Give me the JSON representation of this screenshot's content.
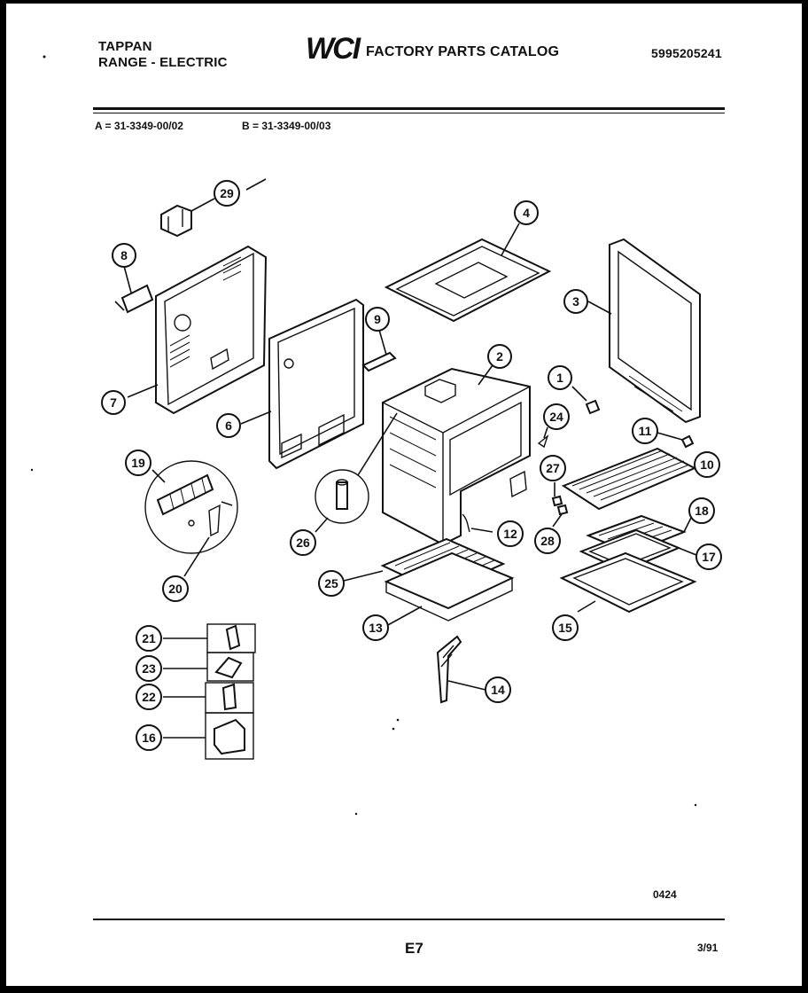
{
  "header": {
    "brand": "TAPPAN",
    "product": "RANGE - ELECTRIC",
    "logo": "WCI",
    "catalog_title": "FACTORY PARTS CATALOG",
    "catalog_number": "5995205241"
  },
  "models": {
    "a": "A = 31-3349-00/02",
    "b": "B = 31-3349-00/03"
  },
  "callouts": {
    "c1": "1",
    "c2": "2",
    "c3": "3",
    "c4": "4",
    "c6": "6",
    "c7": "7",
    "c8": "8",
    "c9": "9",
    "c10": "10",
    "c11": "11",
    "c12": "12",
    "c13": "13",
    "c14": "14",
    "c15": "15",
    "c16": "16",
    "c17": "17",
    "c18": "18",
    "c19": "19",
    "c20": "20",
    "c21": "21",
    "c22": "22",
    "c23": "23",
    "c24": "24",
    "c25": "25",
    "c26": "26",
    "c27": "27",
    "c28": "28",
    "c29": "29"
  },
  "footer": {
    "code": "0424",
    "page": "E7",
    "date": "3/91"
  }
}
